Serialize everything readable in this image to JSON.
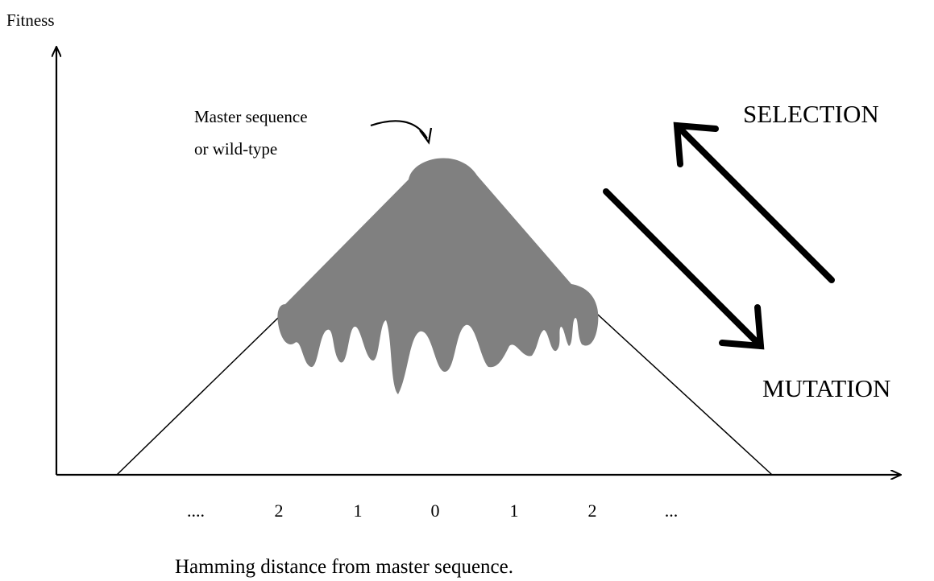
{
  "y_axis_label": "Fitness",
  "x_axis_caption": "Hamming distance from master sequence.",
  "annotation": {
    "line1": "Master sequence",
    "line2": "or wild-type"
  },
  "selection_label": "SELECTION",
  "mutation_label": "MUTATION",
  "x_ticks": [
    "....",
    "2",
    "1",
    "0",
    "1",
    "2",
    "..."
  ],
  "colors": {
    "quasispecies_fill": "#808080",
    "ink": "#000000"
  },
  "arrows": {
    "selection": "arrow pointing up-left",
    "mutation": "arrow pointing down-right"
  }
}
